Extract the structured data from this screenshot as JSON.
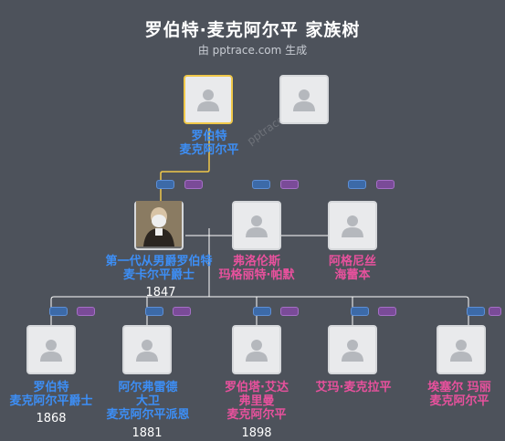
{
  "header": {
    "title": "罗伯特·麦克阿尔平 家族树",
    "subtitle": "由 pptrace.com 生成"
  },
  "watermark": "pptrace.com",
  "colors": {
    "male": "#3d8ef5",
    "female": "#e8519d",
    "highlight": "#f0c84a",
    "line": "#ffffff"
  },
  "people": {
    "root": {
      "name_line1": "罗伯特",
      "name_line2": "麦克阿尔平"
    },
    "root_spouse": {
      "name_line1": ""
    },
    "son": {
      "name_line1": "第一代从男爵罗伯特",
      "name_line2": "麦卡尔平爵士",
      "year": "1847"
    },
    "son_spouse1": {
      "name_line1": "弗洛伦斯",
      "name_line2": "玛格丽特·帕默"
    },
    "son_spouse2": {
      "name_line1": "阿格尼丝",
      "name_line2": "海蕾本"
    },
    "child1": {
      "name_line1": "罗伯特",
      "name_line2": "麦克阿尔平爵士",
      "year": "1868"
    },
    "child2": {
      "name_line1": "阿尔弗雷德",
      "name_line2": "大卫",
      "name_line3": "麦克阿尔平派恩",
      "year": "1881"
    },
    "child3": {
      "name_line1": "罗伯塔·艾达",
      "name_line2": "弗里曼",
      "name_line3": "麦克阿尔平",
      "year": "1898"
    },
    "child4": {
      "name_line1": "艾玛·麦克拉平"
    },
    "child5": {
      "name_line1": "埃塞尔 玛丽",
      "name_line2": "麦克阿尔平"
    }
  }
}
